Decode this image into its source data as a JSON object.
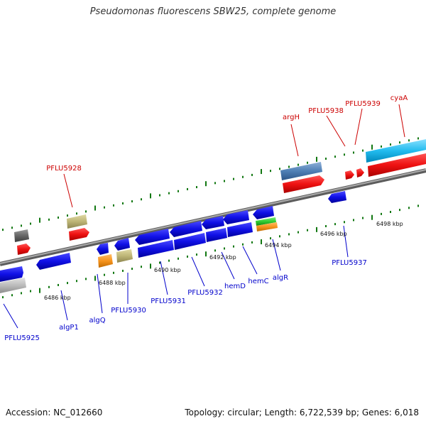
{
  "header": {
    "title": "Pseudomonas fluorescens SBW25, complete genome"
  },
  "footer": {
    "accession": "Accession: NC_012660",
    "summary": "Topology: circular; Length: 6,722,539 bp; Genes: 6,018"
  },
  "scale": {
    "unit": "kbp",
    "ticks": [
      "6486 kbp",
      "6488 kbp",
      "6490 kbp",
      "6492 kbp",
      "6494 kbp",
      "6496 kbp",
      "6498 kbp"
    ]
  },
  "genes": {
    "forward_labels": [
      "PFLU5928",
      "argH",
      "PFLU5938",
      "PFLU5939",
      "cyaA"
    ],
    "reverse_labels": [
      "PFLU5925",
      "algP1",
      "algQ",
      "PFLU5930",
      "PFLU5931",
      "PFLU5932",
      "hemD",
      "hemC",
      "algR",
      "PFLU5937"
    ]
  },
  "colors": {
    "forward_label": "#cc0000",
    "reverse_label": "#0000cc",
    "gene_blue": "#1010e6",
    "gene_red": "#ee1111",
    "gene_steel": "#4f7fb5",
    "gene_cyan": "#22bbee",
    "gene_khaki": "#bdb576",
    "gene_gray": "#666666",
    "gene_silver": "#bbbbbb",
    "gene_orange": "#f7941d",
    "gene_green": "#33cc33",
    "backbone": "#888888",
    "tick": "#117711"
  }
}
